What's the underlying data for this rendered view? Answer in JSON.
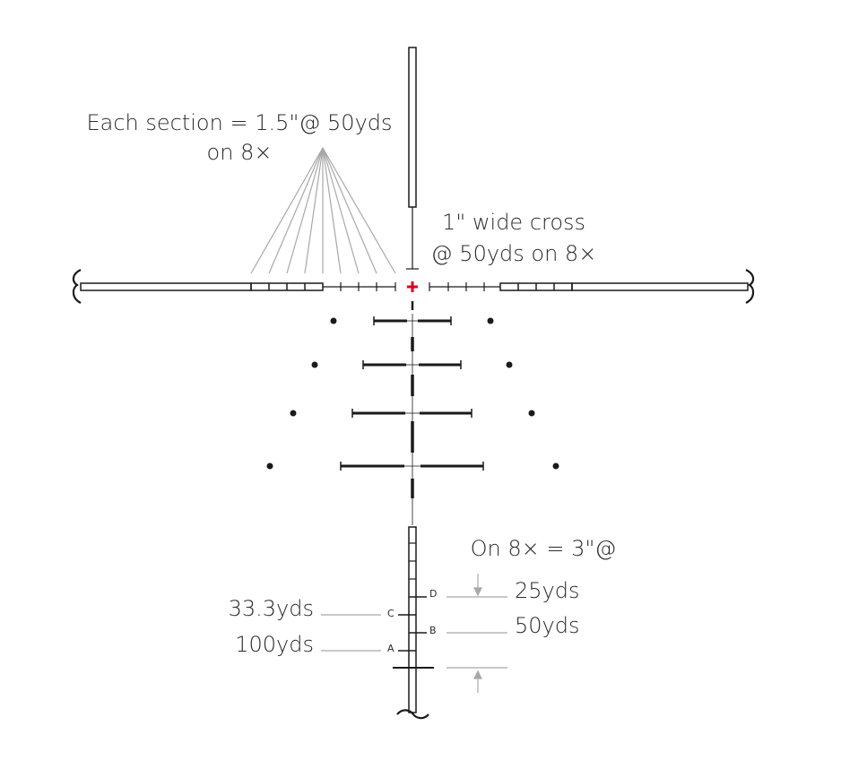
{
  "labels": {
    "section_line1": "Each section = 1.5\"@ 50yds",
    "section_line2": "on 8×",
    "cross_line1": "1\" wide cross",
    "cross_line2": "@ 50yds on 8×",
    "eight_x": "On 8× = 3\"@",
    "yds_25": "25yds",
    "yds_50": "50yds",
    "yds_33": "33.3yds",
    "yds_100": "100yds",
    "mark_a": "A",
    "mark_b": "B",
    "mark_c": "C",
    "mark_d": "D"
  },
  "colors": {
    "reticle": "#1a1a1a",
    "annotation": "#a0a0a0",
    "center_cross": "#e0001b"
  }
}
